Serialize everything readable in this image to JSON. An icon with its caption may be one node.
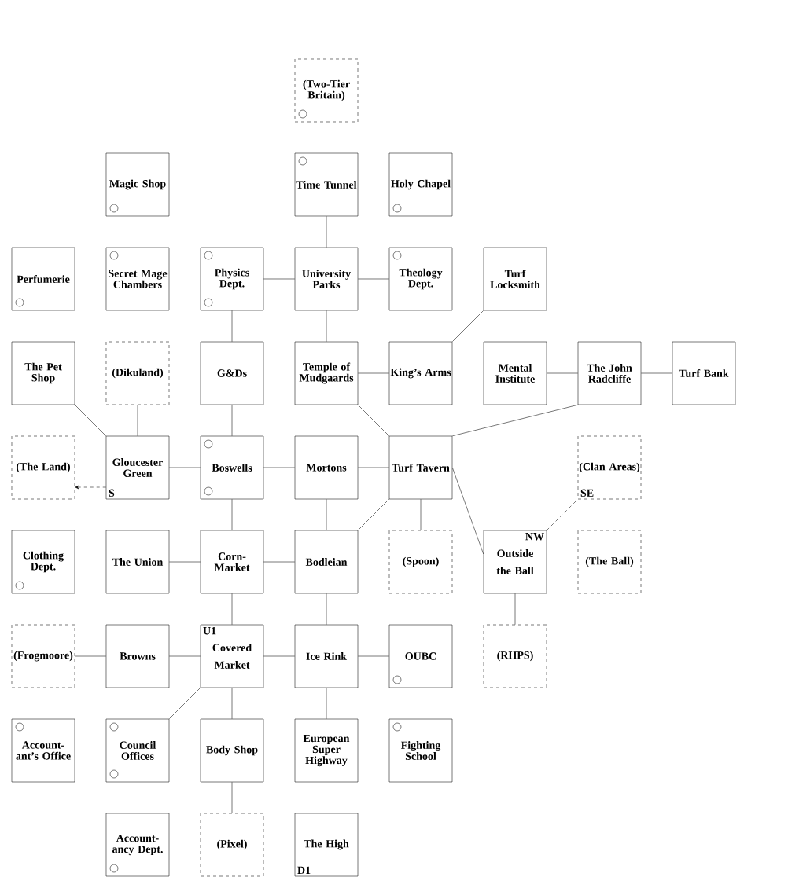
{
  "diagram": {
    "nodes": [
      {
        "text": [
          "(Two-Tier Britain)"
        ]
      },
      {
        "text": [
          "Magic Shop"
        ]
      },
      {
        "text": [
          "Time Tunnel"
        ]
      },
      {
        "text": [
          "Holy Chapel"
        ]
      },
      {
        "text": [
          "Perfumerie"
        ]
      },
      {
        "text": [
          "Secret Mage Chambers"
        ]
      },
      {
        "text": [
          "Physics Dept."
        ]
      },
      {
        "text": [
          "University Parks"
        ]
      },
      {
        "text": [
          "Theology Dept."
        ]
      },
      {
        "text": [
          "Turf Locksmith"
        ]
      },
      {
        "text": [
          "The Pet Shop"
        ]
      },
      {
        "text": [
          "(Dikuland)"
        ]
      },
      {
        "text": [
          "G&Ds"
        ]
      },
      {
        "text": [
          "Temple of Mudgaards"
        ]
      },
      {
        "text": [
          "King’s Arms"
        ]
      },
      {
        "text": [
          "Mental Institute"
        ]
      },
      {
        "text": [
          "The John Radcliffe"
        ]
      },
      {
        "text": [
          "Turf Bank"
        ]
      },
      {
        "text": [
          "(The Land)"
        ]
      },
      {
        "text": [
          "Gloucester Green",
          "S"
        ]
      },
      {
        "text": [
          "Boswells"
        ]
      },
      {
        "text": [
          "Mortons"
        ]
      },
      {
        "text": [
          "Turf Tavern"
        ]
      },
      {
        "text": [
          "(Clan Areas)",
          "SE"
        ]
      },
      {
        "text": [
          "Clothing Dept."
        ]
      },
      {
        "text": [
          "The Union"
        ]
      },
      {
        "text": [
          "Corn- Market"
        ]
      },
      {
        "text": [
          "Bodleian"
        ]
      },
      {
        "text": [
          "(Spoon)"
        ]
      },
      {
        "text": [
          "NW",
          "Outside the Ball"
        ]
      },
      {
        "text": [
          "(The Ball)"
        ]
      },
      {
        "text": [
          "(Frogmoore)"
        ]
      },
      {
        "text": [
          "Browns"
        ]
      },
      {
        "text": [
          "U1",
          "Covered Market"
        ]
      },
      {
        "text": [
          "Ice Rink"
        ]
      },
      {
        "text": [
          "OUBC"
        ]
      },
      {
        "text": [
          "(RHPS)"
        ]
      },
      {
        "text": [
          "Account- ant’s Office"
        ]
      },
      {
        "text": [
          "Council Offices"
        ]
      },
      {
        "text": [
          "Body Shop"
        ]
      },
      {
        "text": [
          "European Super Highway"
        ]
      },
      {
        "text": [
          "Fighting School"
        ]
      },
      {
        "text": [
          "Account- ancy Dept."
        ]
      },
      {
        "text": [
          "(Pixel)"
        ]
      },
      {
        "text": [
          "The High",
          "D1"
        ]
      }
    ],
    "edges": [
      {
        "from": 2,
        "to": 7,
        "arrow": "none"
      },
      {
        "from": 6,
        "to": 7,
        "arrow": "none"
      },
      {
        "from": 7,
        "to": 8,
        "arrow": "none"
      },
      {
        "from": 7,
        "to": 13,
        "arrow": "none"
      },
      {
        "from": 6,
        "to": 12,
        "arrow": "none"
      },
      {
        "from": 9,
        "to": 14,
        "arrow": "none"
      },
      {
        "from": 13,
        "to": 14,
        "arrow": "none"
      },
      {
        "from": 15,
        "to": 16,
        "arrow": "none"
      },
      {
        "from": 16,
        "to": 17,
        "arrow": "none"
      },
      {
        "from": 10,
        "to": 19,
        "arrow": "none"
      },
      {
        "from": 11,
        "to": 19,
        "arrow": "none"
      },
      {
        "from": 12,
        "to": 20,
        "arrow": "none"
      },
      {
        "from": 13,
        "to": 22,
        "arrow": "none"
      },
      {
        "from": 16,
        "to": 22,
        "arrow": "none"
      },
      {
        "from": 19,
        "to": 18,
        "arrow": "to",
        "style": "dashed"
      },
      {
        "from": 19,
        "to": 20,
        "arrow": "none"
      },
      {
        "from": 20,
        "to": 21,
        "arrow": "none"
      },
      {
        "from": 21,
        "to": 22,
        "arrow": "none"
      },
      {
        "from": 22,
        "to": 27,
        "arrow": "none"
      },
      {
        "from": 22,
        "to": 28,
        "arrow": "none"
      },
      {
        "from": 22,
        "to": 29,
        "arrow": "none"
      },
      {
        "from": 29,
        "to": 23,
        "arrow": "none",
        "style": "dashed"
      },
      {
        "from": 20,
        "to": 26,
        "arrow": "none"
      },
      {
        "from": 21,
        "to": 27,
        "arrow": "none"
      },
      {
        "from": 25,
        "to": 26,
        "arrow": "none"
      },
      {
        "from": 26,
        "to": 27,
        "arrow": "none"
      },
      {
        "from": 26,
        "to": 33,
        "arrow": "none"
      },
      {
        "from": 27,
        "to": 34,
        "arrow": "none"
      },
      {
        "from": 29,
        "to": 36,
        "arrow": "none"
      },
      {
        "from": 31,
        "to": 32,
        "arrow": "none"
      },
      {
        "from": 32,
        "to": 33,
        "arrow": "none"
      },
      {
        "from": 33,
        "to": 34,
        "arrow": "none"
      },
      {
        "from": 34,
        "to": 35,
        "arrow": "none"
      },
      {
        "from": 33,
        "to": 38,
        "arrow": "none"
      },
      {
        "from": 33,
        "to": 39,
        "arrow": "none"
      },
      {
        "from": 34,
        "to": 40,
        "arrow": "none"
      },
      {
        "from": 39,
        "to": 43,
        "arrow": "none"
      }
    ]
  }
}
